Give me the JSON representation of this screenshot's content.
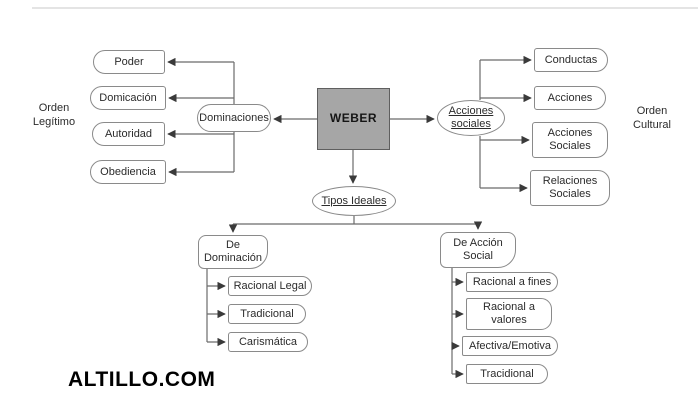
{
  "diagram": {
    "center": {
      "label": "WEBER"
    },
    "left": {
      "hub": "Dominaciones",
      "group_label": "Orden Legítimo",
      "items": [
        "Poder",
        "Domicación",
        "Autoridad",
        "Obediencia"
      ]
    },
    "right": {
      "hub": "Acciones sociales",
      "group_label": "Orden Cultural",
      "items": [
        "Conductas",
        "Acciones",
        "Acciones Sociales",
        "Relaciones Sociales"
      ]
    },
    "bottom": {
      "hub": "Tipos Ideales",
      "branches": [
        {
          "label": "De Dominación",
          "items": [
            "Racional Legal",
            "Tradicional",
            "Carismática"
          ]
        },
        {
          "label": "De Acción Social",
          "items": [
            "Racional a fines",
            "Racional a valores",
            "Afectiva/Emotiva",
            "Tracidional"
          ]
        }
      ]
    },
    "watermark": "ALTILLO.COM",
    "colors": {
      "node_border": "#8a8a8a",
      "center_fill": "#a6a6a6",
      "wire": "#6b6b6b"
    }
  }
}
